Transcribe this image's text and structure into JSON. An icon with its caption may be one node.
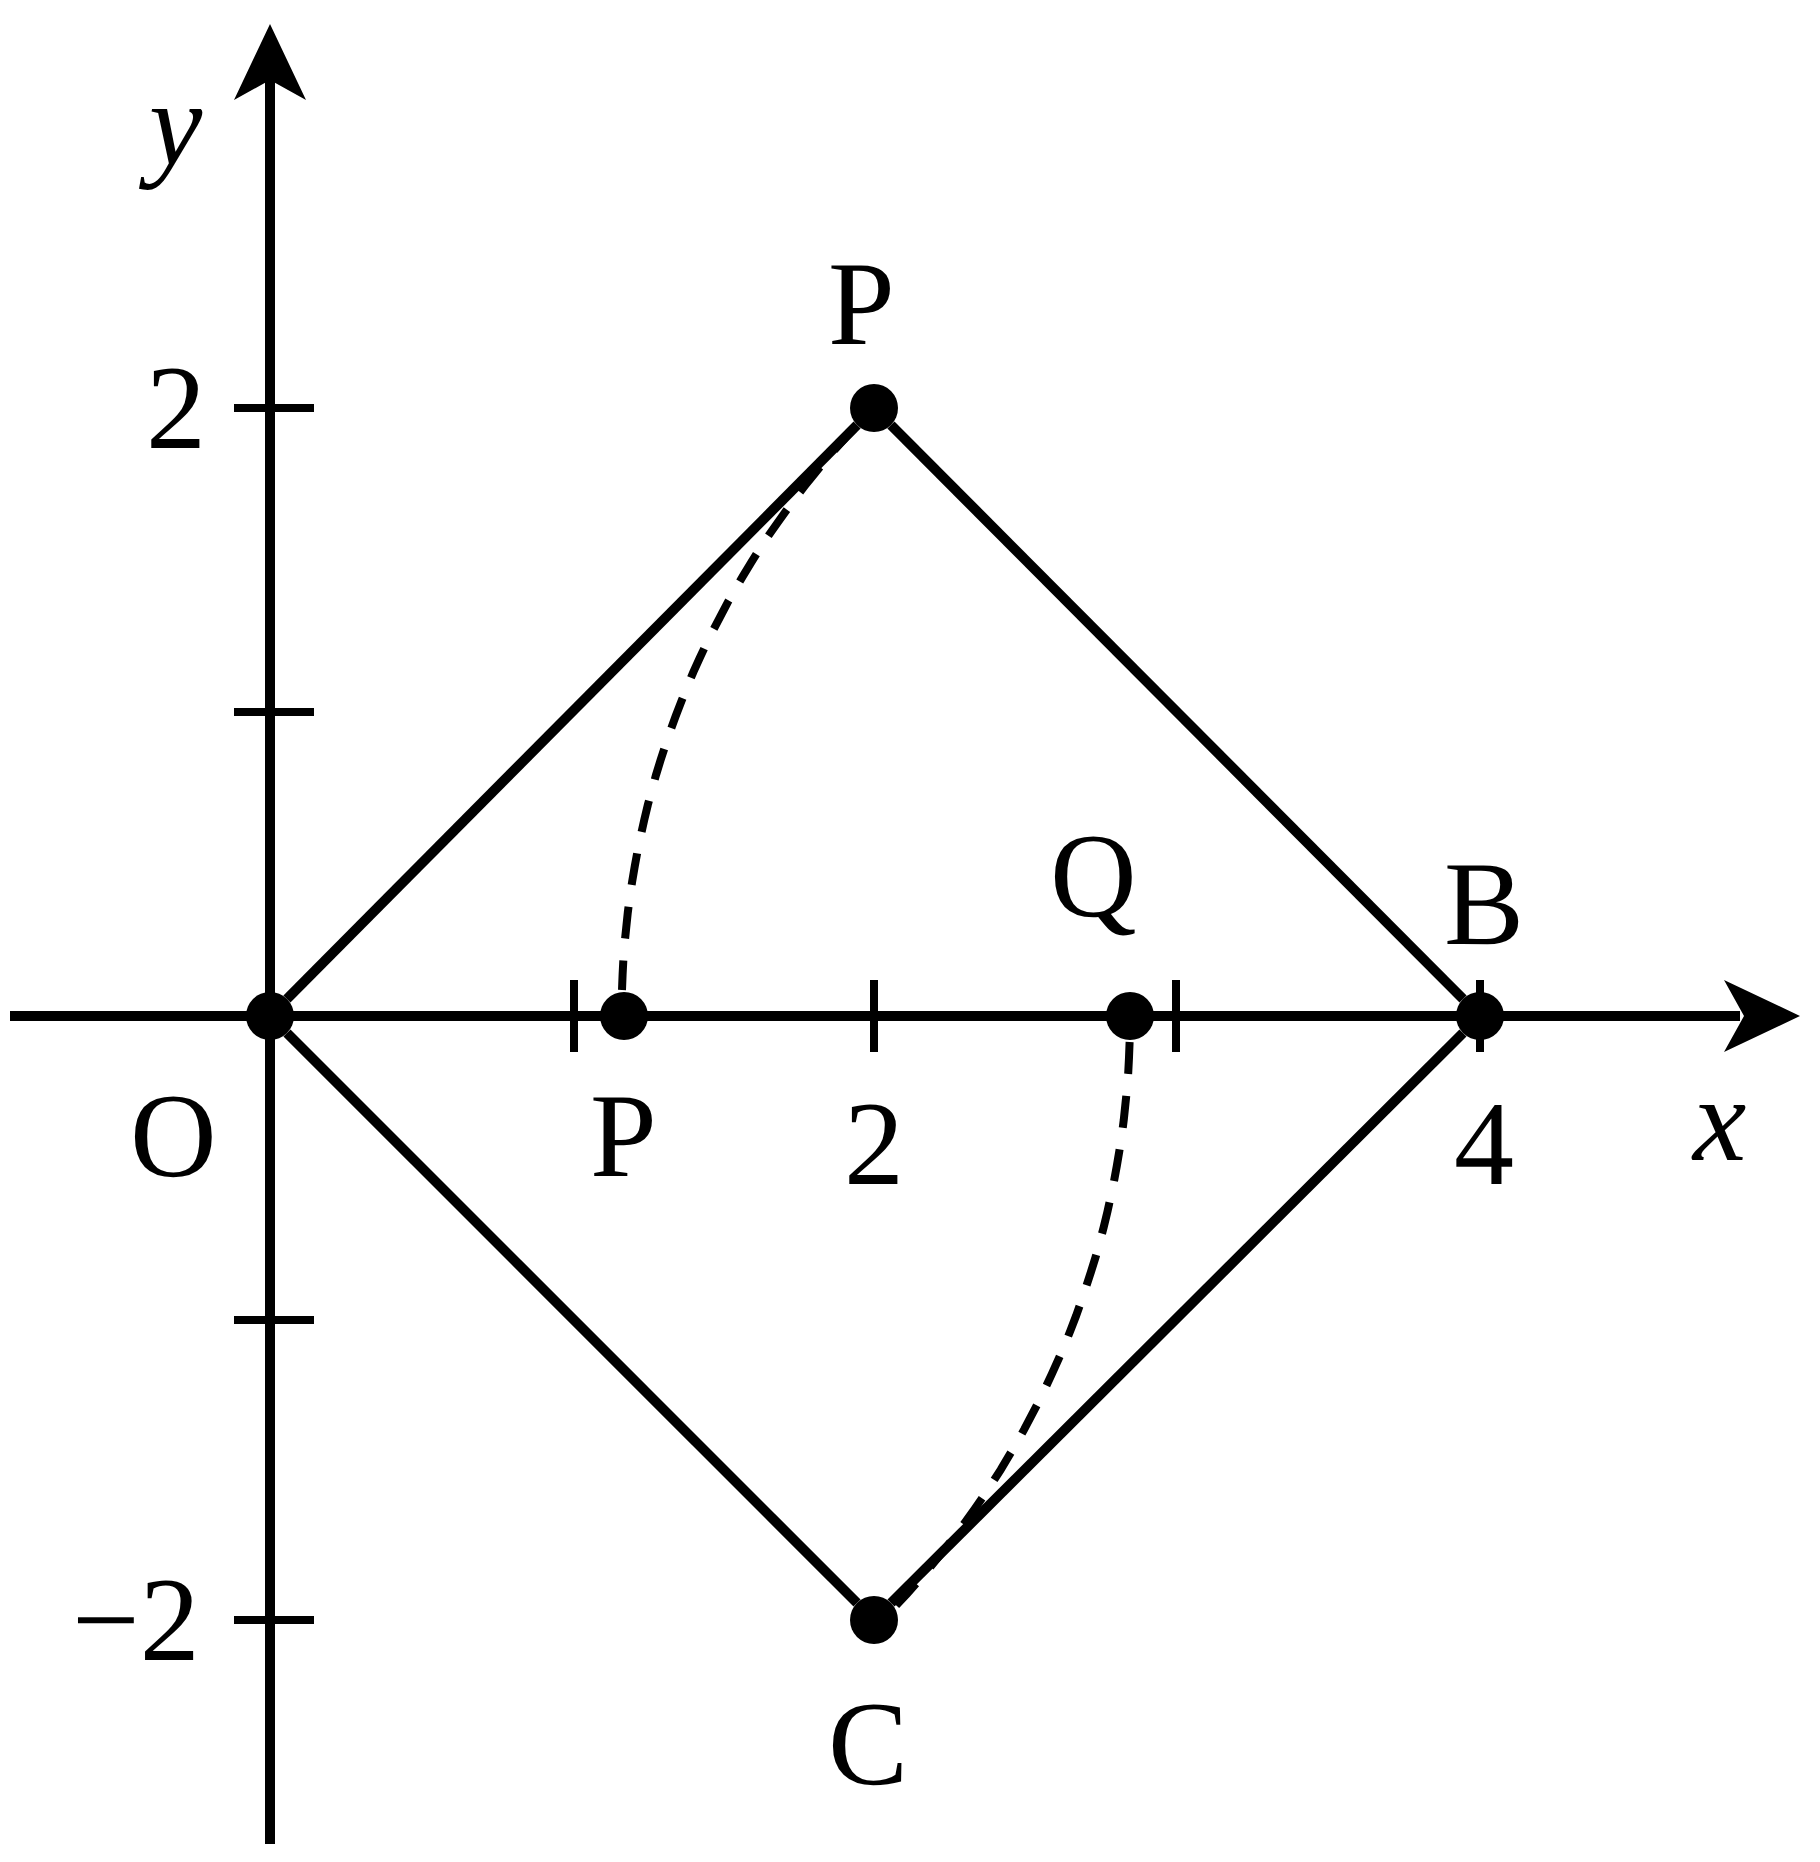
{
  "diagram": {
    "nodes": [
      {
        "text": [
          "O"
        ]
      },
      {
        "text": [
          "P"
        ]
      },
      {
        "text": [
          "B"
        ]
      },
      {
        "text": [
          "C"
        ]
      },
      {
        "text": [
          "P"
        ]
      },
      {
        "text": [
          "Q"
        ]
      }
    ],
    "edges": [
      {
        "from": 0,
        "to": 1,
        "arrow": "none"
      },
      {
        "from": 1,
        "to": 2,
        "arrow": "none"
      },
      {
        "from": 2,
        "to": 3,
        "arrow": "none"
      },
      {
        "from": 3,
        "to": 0,
        "arrow": "none"
      },
      {
        "from": 1,
        "to": 4,
        "arrow": "none",
        "style": "dashed"
      },
      {
        "from": 5,
        "to": 3,
        "arrow": "none",
        "style": "dashed"
      }
    ],
    "labels": [
      "y",
      "2",
      "x",
      "2",
      "4",
      "−2"
    ]
  }
}
